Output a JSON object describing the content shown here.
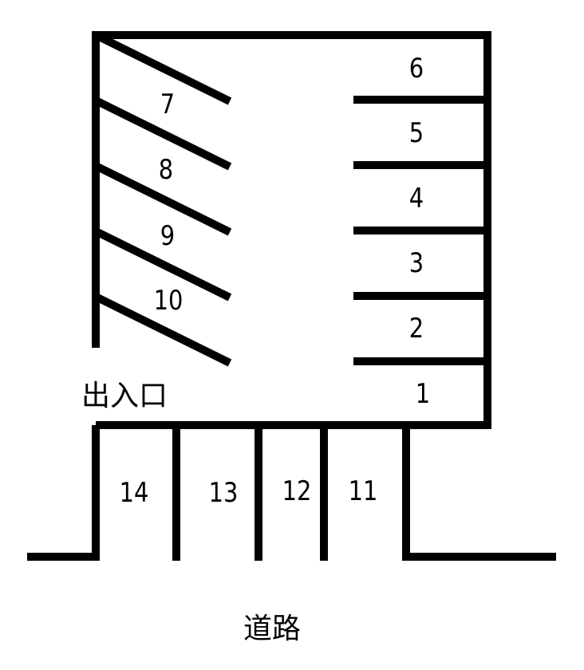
{
  "diagram": {
    "type": "parking-lot-layout",
    "line_color": "#000000",
    "background": "#ffffff",
    "entrance_label": "出入口",
    "road_label": "道路",
    "spaces": [
      {
        "id": "1",
        "label": "1"
      },
      {
        "id": "2",
        "label": "2"
      },
      {
        "id": "3",
        "label": "3"
      },
      {
        "id": "4",
        "label": "4"
      },
      {
        "id": "5",
        "label": "5"
      },
      {
        "id": "6",
        "label": "6"
      },
      {
        "id": "7",
        "label": "7"
      },
      {
        "id": "8",
        "label": "8"
      },
      {
        "id": "9",
        "label": "9"
      },
      {
        "id": "10",
        "label": "10"
      },
      {
        "id": "11",
        "label": "11"
      },
      {
        "id": "12",
        "label": "12"
      },
      {
        "id": "13",
        "label": "13"
      },
      {
        "id": "14",
        "label": "14"
      }
    ]
  }
}
